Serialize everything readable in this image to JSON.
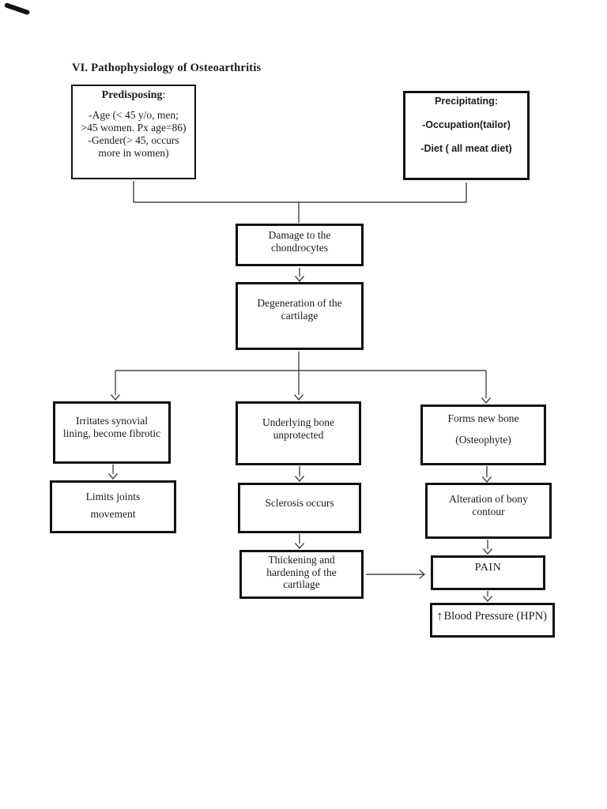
{
  "title": "VI. Pathophysiology of Osteoarthritis",
  "nodes": {
    "predisposing": {
      "heading": "Predisposing",
      "heading_colon": ":",
      "item1_line1": "-Age (< 45 y/o, men;",
      "item1_line2": ">45 women. Px age=86)",
      "item2_line1": "-Gender(> 45, occurs",
      "item2_line2": "more in women)"
    },
    "precipitating": {
      "heading": "Precipitating:",
      "item1": "-Occupation(tailor)",
      "item2": "-Diet ( all meat diet)"
    },
    "damage": {
      "line1": "Damage to the",
      "line2": "chondrocytes"
    },
    "degeneration": {
      "line1": "Degeneration of the",
      "line2": "cartilage"
    },
    "irritates": {
      "line1": "Irritates synovial",
      "line2": "lining, become fibrotic"
    },
    "underlying": {
      "line1": "Underlying bone",
      "line2": "unprotected"
    },
    "forms_new_bone": {
      "line1": "Forms new bone",
      "line2": "(Osteophyte)"
    },
    "limits": {
      "line1": "Limits joints",
      "line2": "movement"
    },
    "sclerosis": {
      "line1": "Sclerosis occurs"
    },
    "alteration": {
      "line1": "Alteration of bony",
      "line2": "contour"
    },
    "thickening": {
      "line1": "Thickening and",
      "line2": "hardening of the",
      "line3": "cartilage"
    },
    "pain": {
      "line1": "PAIN"
    },
    "blood_pressure": {
      "icon": "↑",
      "label": "Blood Pressure (HPN)"
    }
  },
  "colors": {
    "ink": "#1b1b1b",
    "box_border": "#111111",
    "connector": "#474747"
  }
}
